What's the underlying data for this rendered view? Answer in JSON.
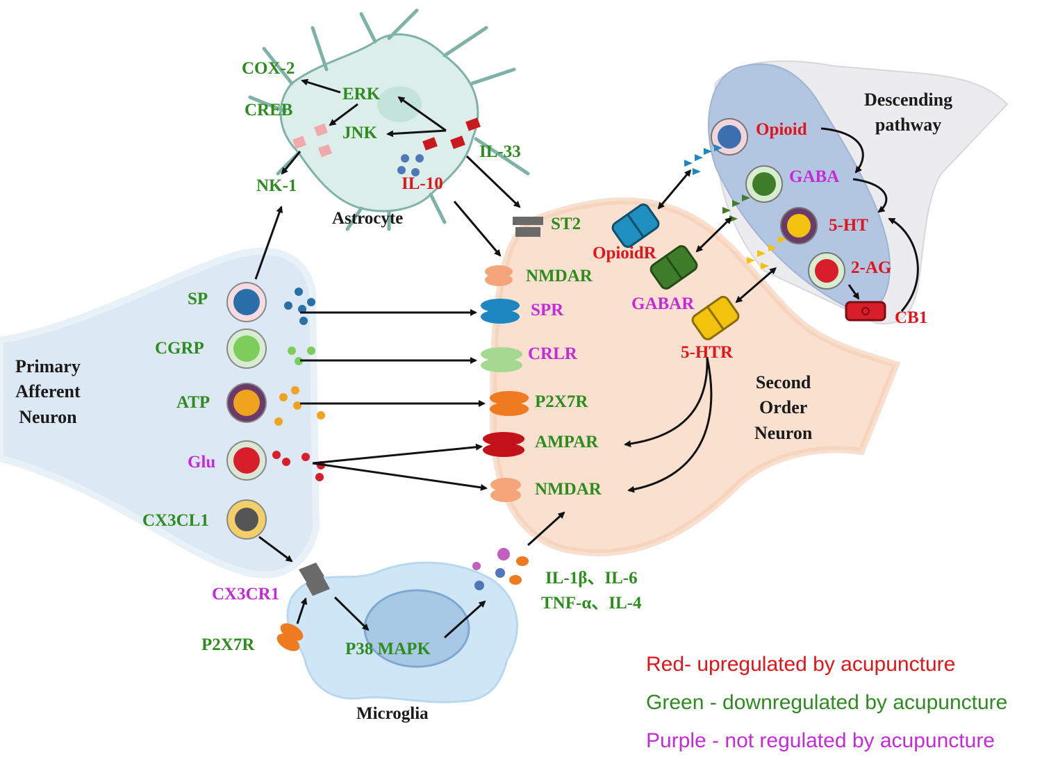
{
  "cells": {
    "astrocyte": "Astrocyte",
    "primary_afferent": [
      "Primary",
      "Afferent",
      "Neuron"
    ],
    "second_order": [
      "Second",
      "Order",
      "Neuron"
    ],
    "descending": [
      "Descending",
      "pathway"
    ],
    "microglia": "Microglia"
  },
  "astrocyte_labels": {
    "cox2": "COX-2",
    "erk": "ERK",
    "creb": "CREB",
    "jnk": "JNK",
    "nk1": "NK-1",
    "il33": "IL-33",
    "il10": "IL-10"
  },
  "afferent_labels": {
    "sp": "SP",
    "cgrp": "CGRP",
    "atp": "ATP",
    "glu": "Glu",
    "cx3cl1": "CX3CL1"
  },
  "receptor_labels": {
    "st2": "ST2",
    "nmdar_top": "NMDAR",
    "spr": "SPR",
    "crlr": "CRLR",
    "p2x7r": "P2X7R",
    "ampar": "AMPAR",
    "nmdar_bottom": "NMDAR"
  },
  "descending_labels": {
    "opioid": "Opioid",
    "gaba": "GABA",
    "serotonin": "5-HT",
    "ag2": "2-AG",
    "cb1": "CB1",
    "opioidr": "OpioidR",
    "gabar": "GABAR",
    "htr": "5-HTR"
  },
  "microglia_labels": {
    "cx3cr1": "CX3CR1",
    "p2x7r": "P2X7R",
    "p38": "P38 MAPK",
    "cytokines_1": "IL-1β、IL-6",
    "cytokines_2": "TNF-α、IL-4"
  },
  "legend": {
    "red": "Red- upregulated by acupuncture",
    "green": "Green - downregulated by acupuncture",
    "purple": "Purple - not regulated by acupuncture"
  },
  "colors": {
    "red": "#e0141b",
    "green": "#2e8b1f",
    "purple": "#c42ad8",
    "afferent_fill": "#dce8f4",
    "second_order_fill": "#f9e0cf",
    "descending_fill": "#b2c6e2",
    "microglia_fill": "#cfe6f7",
    "astrocyte_fill": "#dbeeea"
  }
}
